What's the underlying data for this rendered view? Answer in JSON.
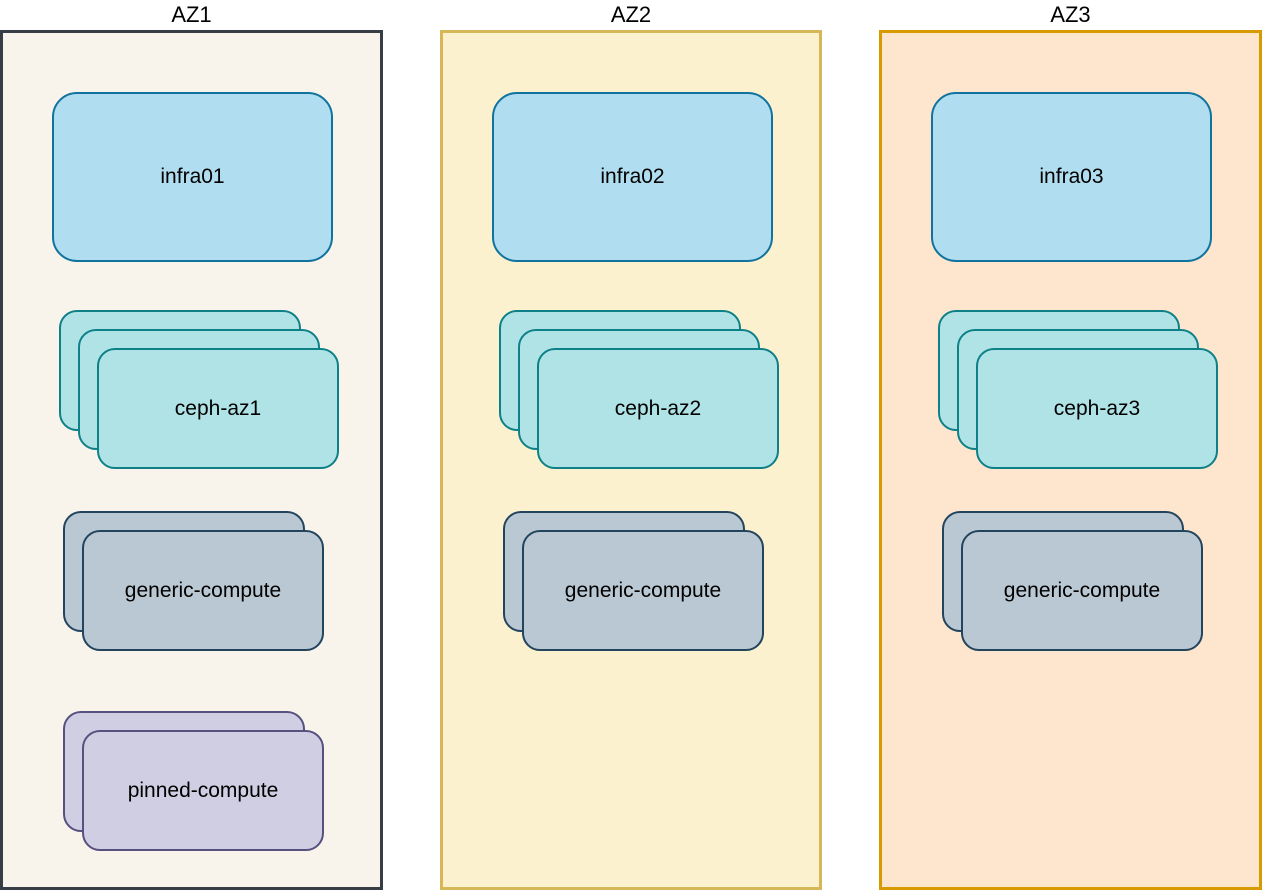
{
  "zones": [
    {
      "title": "AZ1",
      "fill": "#F8F4EC",
      "stroke": "#383D45",
      "nodes": [
        {
          "label": "infra01",
          "type": "infra",
          "count": 1
        },
        {
          "label": "ceph-az1",
          "type": "ceph",
          "count": 3
        },
        {
          "label": "generic-compute",
          "type": "generic",
          "count": 2
        },
        {
          "label": "pinned-compute",
          "type": "pinned",
          "count": 2
        }
      ]
    },
    {
      "title": "AZ2",
      "fill": "#FCF1CE",
      "stroke": "#D6B656",
      "nodes": [
        {
          "label": "infra02",
          "type": "infra",
          "count": 1
        },
        {
          "label": "ceph-az2",
          "type": "ceph",
          "count": 3
        },
        {
          "label": "generic-compute",
          "type": "generic",
          "count": 2
        }
      ]
    },
    {
      "title": "AZ3",
      "fill": "#FDE5CE",
      "stroke": "#D79B00",
      "nodes": [
        {
          "label": "infra03",
          "type": "infra",
          "count": 1
        },
        {
          "label": "ceph-az3",
          "type": "ceph",
          "count": 3
        },
        {
          "label": "generic-compute",
          "type": "generic",
          "count": 2
        }
      ]
    }
  ],
  "node_styles": {
    "infra": {
      "fill": "#B1DDF0",
      "stroke": "#10739E"
    },
    "ceph": {
      "fill": "#B0E3E6",
      "stroke": "#0E8088"
    },
    "generic": {
      "fill": "#BAC8D3",
      "stroke": "#23445D"
    },
    "pinned": {
      "fill": "#D0CEE2",
      "stroke": "#56517E"
    }
  }
}
